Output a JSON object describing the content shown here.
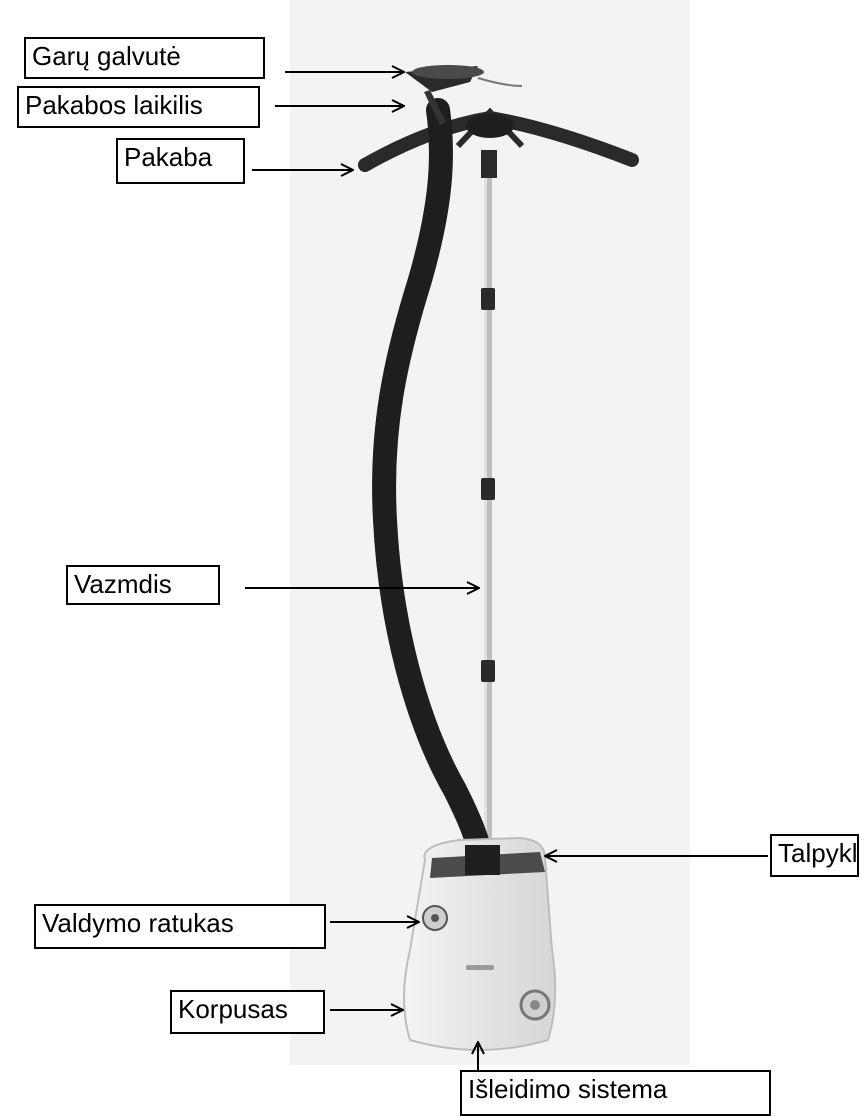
{
  "diagram": {
    "labels": {
      "steam_head": "Garų galvutė",
      "hanger_holder": "Pakabos laikilis",
      "hanger": "Pakaba",
      "pole": "Vazmdis",
      "tank": "Talpykla",
      "control_dial": "Valdymo ratukas",
      "body": "Korpusas",
      "drain_system": "Išleidimo sistema"
    }
  },
  "colors": {
    "paper": "#ffffff",
    "photo_background": "#f2f2f0",
    "hose": "#1e1e1e",
    "pole": "#c8c8c8",
    "body": "#e6e6e4",
    "arrow": "#000000"
  }
}
